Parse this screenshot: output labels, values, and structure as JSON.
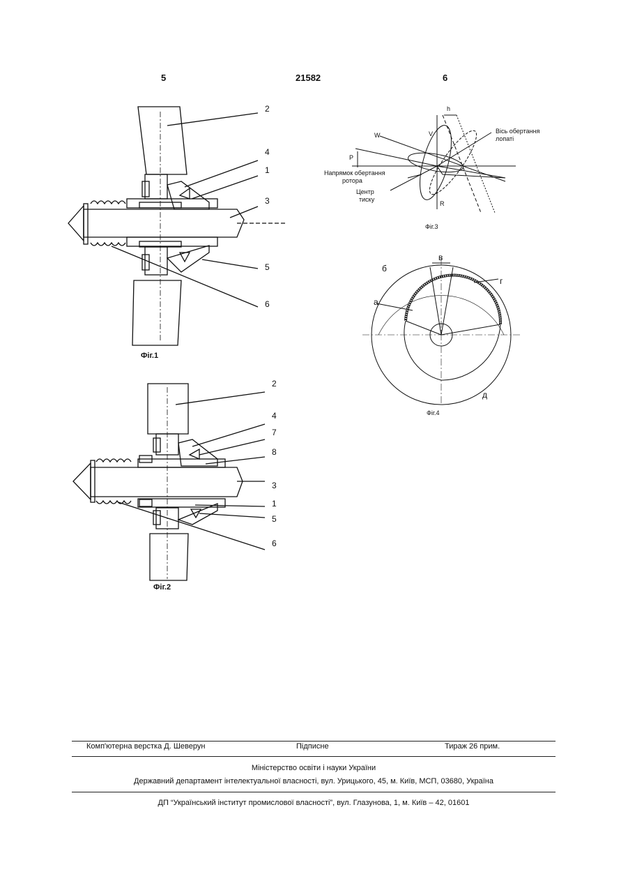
{
  "header": {
    "left_page": "5",
    "patent_number": "21582",
    "right_page": "6"
  },
  "fig1": {
    "caption": "Фіг.1",
    "labels": [
      "2",
      "4",
      "1",
      "3",
      "5",
      "6"
    ]
  },
  "fig2": {
    "caption": "Фіг.2",
    "labels": [
      "2",
      "4",
      "7",
      "8",
      "3",
      "1",
      "5",
      "6"
    ]
  },
  "fig3": {
    "caption": "Фіг.3",
    "h": "h",
    "w": "W",
    "v": "V",
    "p": "P",
    "r": "R",
    "axis_line1": "Вісь обертання",
    "axis_line2": "лопаті",
    "direction_line1": "Напрямок обертання",
    "direction_line2": "ротора",
    "center_line1": "Центр",
    "center_line2": "тиску"
  },
  "fig4": {
    "caption": "Фіг.4",
    "a": "а",
    "b": "б",
    "v": "в",
    "g": "г",
    "d": "д"
  },
  "footer": {
    "layout_by": "Комп'ютерна верстка Д. Шеверун",
    "signed": "Підписне",
    "circulation": "Тираж 26 прим.",
    "ministry": "Міністерство освіти і науки України",
    "department": "Державний департамент інтелектуальної власності, вул. Урицького, 45, м. Київ, МСП, 03680, Україна",
    "institute": "ДП “Український інститут промислової власності”, вул. Глазунова, 1, м. Київ – 42, 01601"
  }
}
